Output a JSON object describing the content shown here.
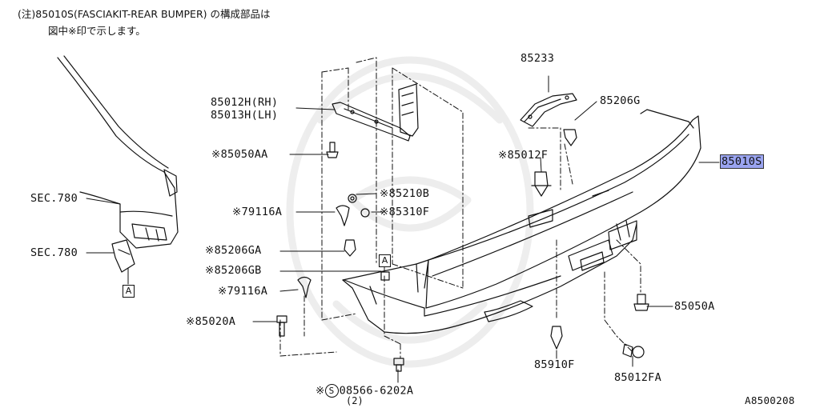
{
  "notes": {
    "line1": "(注)85010S(FASCIAKIT-REAR BUMPER) の構成部品は",
    "line2": "図中※印で示します。"
  },
  "labels": {
    "p85233": "85233",
    "p85206G": "85206G",
    "p85012H": "85012H(RH)",
    "p85013H": "85013H(LH)",
    "p85050AA": "※85050AA",
    "p85010S": "85010S",
    "p85012F": "※85012F",
    "sec780a": "SEC.780",
    "p85210B": "※85210B",
    "p79116A_1": "※79116A",
    "p85310F": "※85310F",
    "sec780b": "SEC.780",
    "p85206GA": "※85206GA",
    "p85206GB": "※85206GB",
    "p79116A_2": "※79116A",
    "p85050A": "85050A",
    "p85020A": "※85020A",
    "p85910F": "85910F",
    "p85012FA": "85012FA",
    "p08566_prefix": "※",
    "p08566_circle": "S",
    "p08566": "08566-6202A",
    "p08566_qty": "(2)",
    "refA1": "A",
    "refA2": "A"
  },
  "figure_id": "A8500208",
  "colors": {
    "highlight": "#9aa4f0",
    "line": "#111111"
  }
}
